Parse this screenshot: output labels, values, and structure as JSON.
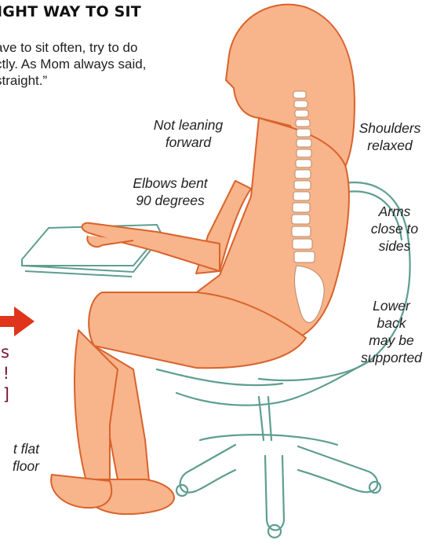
{
  "heading": "IGHT WAY TO SIT",
  "intro": [
    "ave to sit often, try to do",
    "ctly. As Mom always said,",
    "straight.”"
  ],
  "labels": {
    "not_leaning": [
      "Not leaning",
      "forward"
    ],
    "shoulders": [
      "Shoulders",
      "relaxed"
    ],
    "elbows": [
      "Elbows bent",
      "90 degrees"
    ],
    "arms": [
      "Arms",
      "close to",
      "sides"
    ],
    "lower_back": [
      "Lower",
      "back",
      "may be",
      "supported"
    ],
    "feet": [
      "t flat",
      "floor"
    ]
  },
  "side_note": [
    "s",
    "!",
    "]"
  ],
  "colors": {
    "skin": "#f8b48a",
    "outline": "#d9622c",
    "chair": "#5e9e90",
    "arrow": "#e0341c",
    "note_text": "#7a1436"
  }
}
